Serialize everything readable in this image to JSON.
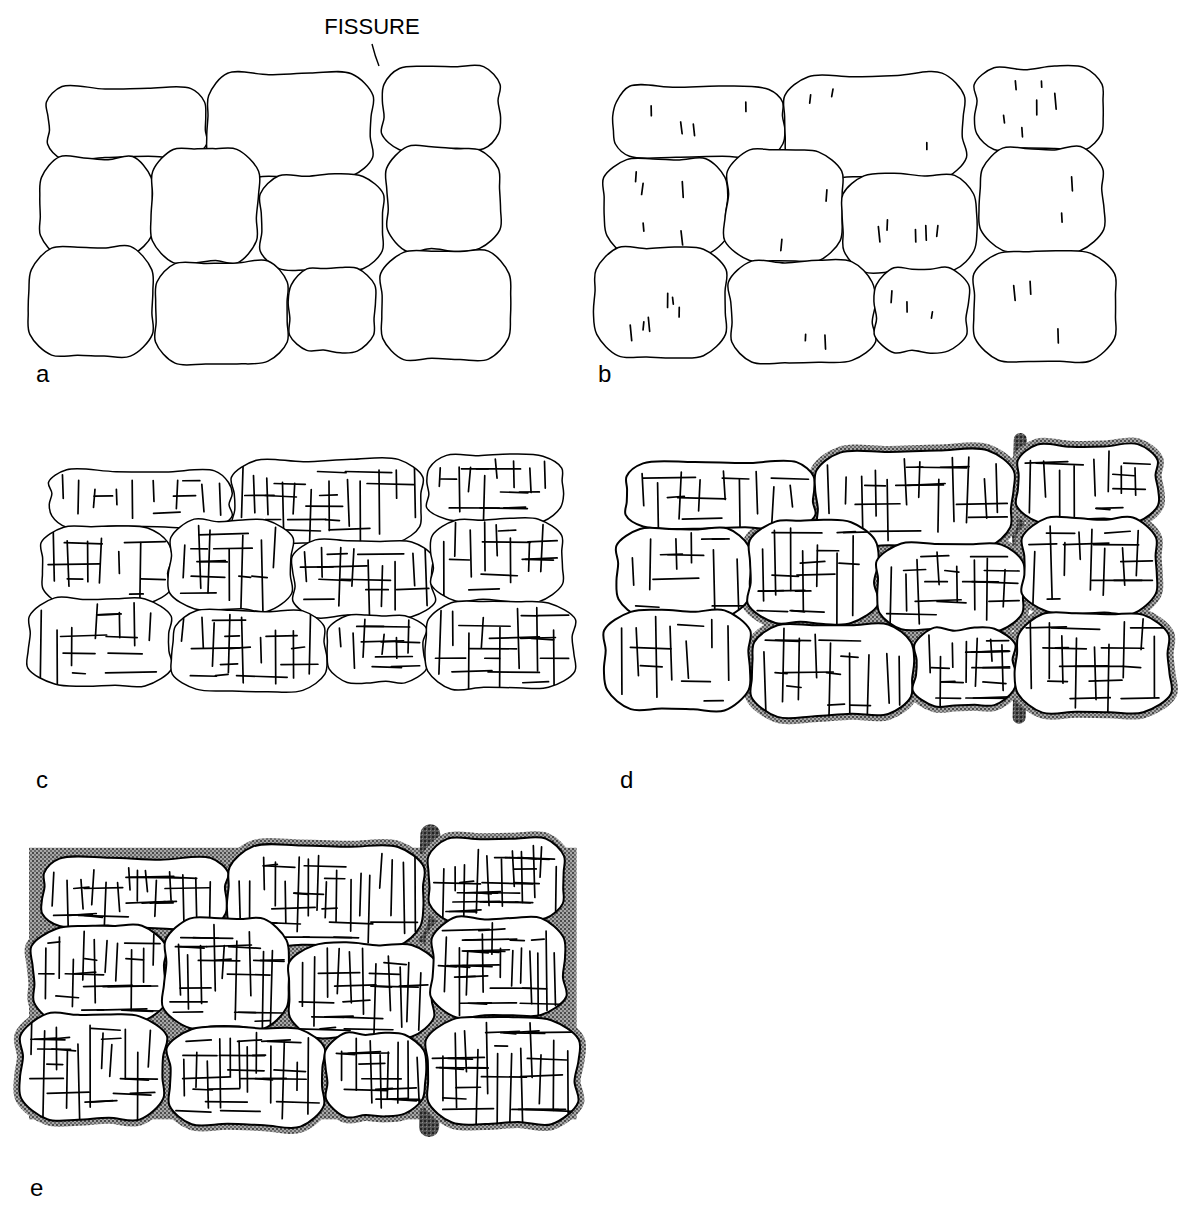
{
  "diagram": {
    "labels": [
      "FISSURE",
      "a",
      "b",
      "c",
      "d",
      "e"
    ]
  }
}
